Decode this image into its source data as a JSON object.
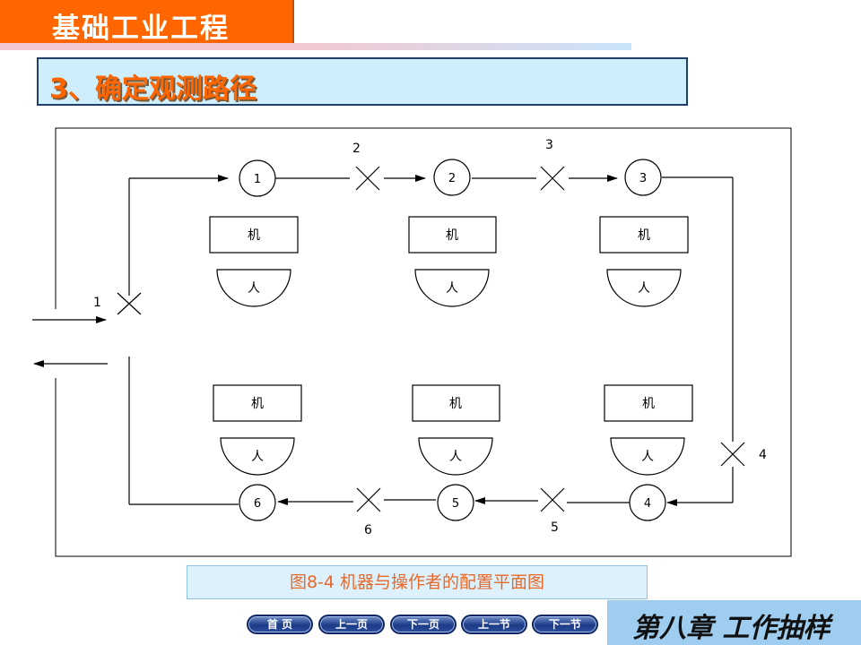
{
  "header": {
    "title": "基础工业工程",
    "section": "3、确定观测路径"
  },
  "diagram": {
    "machine_label": "机",
    "operator_label": "人",
    "stations": [
      {
        "label": "1"
      },
      {
        "label": "2"
      },
      {
        "label": "3"
      },
      {
        "label": "4"
      },
      {
        "label": "5"
      },
      {
        "label": "6"
      }
    ],
    "observation_points": [
      {
        "label": "1"
      },
      {
        "label": "2"
      },
      {
        "label": "3"
      },
      {
        "label": "4"
      },
      {
        "label": "5"
      },
      {
        "label": "6"
      }
    ],
    "caption": "图8-4  机器与操作者的配置平面图"
  },
  "nav": {
    "home": "首 页",
    "prev_page": "上一页",
    "next_page": "下一页",
    "prev_section": "上一节",
    "next_section": "下一节"
  },
  "footer": {
    "chapter": "第八章  工作抽样"
  },
  "colors": {
    "accent": "#ff6600",
    "section_bg": "#cfeefc",
    "nav_button": "#1c3a86",
    "chapter_bg": "#9fcdf0"
  }
}
